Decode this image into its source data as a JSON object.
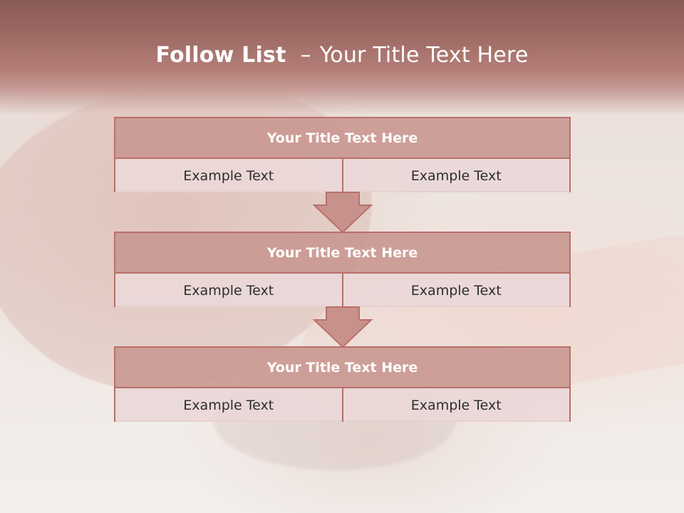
{
  "slide": {
    "title_strong": "Follow List",
    "title_separator": "–",
    "title_rest": "Your Title Text Here"
  },
  "steps": [
    {
      "title": "Your Title Text Here",
      "cells": [
        "Example Text",
        "Example Text"
      ]
    },
    {
      "title": "Your Title Text Here",
      "cells": [
        "Example Text",
        "Example Text"
      ]
    },
    {
      "title": "Your Title Text Here",
      "cells": [
        "Example Text",
        "Example Text"
      ]
    }
  ],
  "colors": {
    "header_dark": "#8a5b55",
    "header_light": "#c59a94",
    "box_header": "#ca9993",
    "box_row": "#ead8d8",
    "border": "#b9706a",
    "arrow_fill": "#c8928c",
    "text_dark": "#2e2e2e"
  }
}
